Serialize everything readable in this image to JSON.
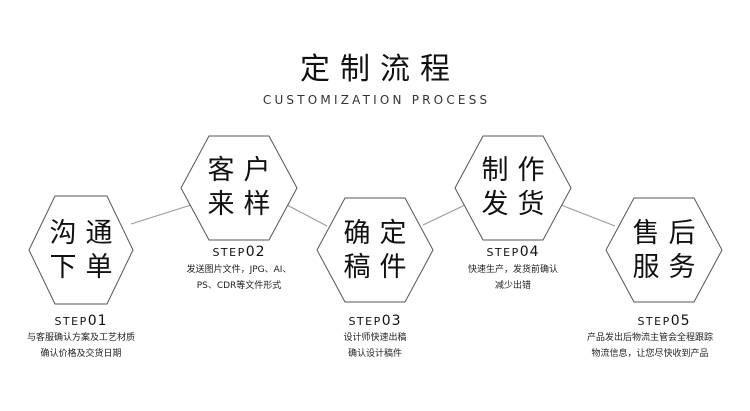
{
  "header": {
    "title": "定制流程",
    "subtitle": "CUSTOMIZATION PROCESS"
  },
  "steps": [
    {
      "label_line1": "沟通",
      "label_line2": "下单",
      "step_prefix": "STEP",
      "step_num": "01",
      "desc_line1": "与客服确认方案及工艺材质",
      "desc_line2": "确认价格及交货日期"
    },
    {
      "label_line1": "客户",
      "label_line2": "来样",
      "step_prefix": "STEP",
      "step_num": "02",
      "desc_line1": "发送图片文件，JPG、AI、",
      "desc_line2": "PS、CDR等文件形式"
    },
    {
      "label_line1": "确定",
      "label_line2": "稿件",
      "step_prefix": "STEP",
      "step_num": "03",
      "desc_line1": "设计师快速出稿",
      "desc_line2": "确认设计稿件"
    },
    {
      "label_line1": "制作",
      "label_line2": "发货",
      "step_prefix": "STEP",
      "step_num": "04",
      "desc_line1": "快速生产，发货前确认",
      "desc_line2": "减少出错"
    },
    {
      "label_line1": "售后",
      "label_line2": "服务",
      "step_prefix": "STEP",
      "step_num": "05",
      "desc_line1": "产品发出后物流主管会全程跟踪",
      "desc_line2": "物流信息，让您尽快收到产品"
    }
  ],
  "colors": {
    "hex_stroke": "#555555",
    "connector": "#999999",
    "text": "#111111"
  }
}
